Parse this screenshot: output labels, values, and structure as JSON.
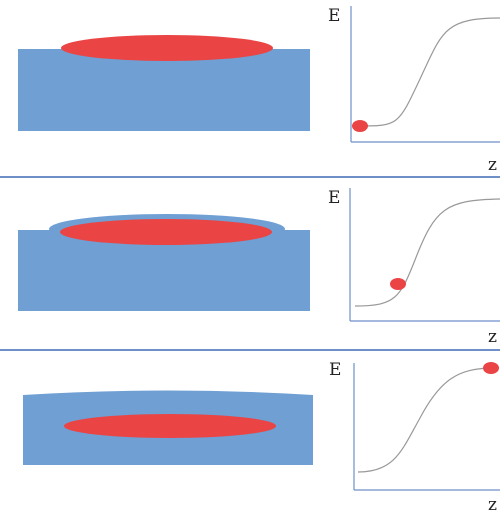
{
  "colors": {
    "background": "#ffffff",
    "substrate": "#6f9fd3",
    "film": "#ea4444",
    "divider": "#6f8fc9",
    "axis": "#6f8fc9",
    "curve": "#999999",
    "text": "#222222"
  },
  "panels": [
    {
      "graph": {
        "y_label": "E",
        "x_label": "z",
        "marker_position_on_curve": 0.0
      },
      "scene": {
        "cover_layer": "none"
      }
    },
    {
      "graph": {
        "y_label": "E",
        "x_label": "z",
        "marker_position_on_curve": 0.45
      },
      "scene": {
        "cover_layer": "partial"
      }
    },
    {
      "graph": {
        "y_label": "E",
        "x_label": "z",
        "marker_position_on_curve": 1.0
      },
      "scene": {
        "cover_layer": "full"
      }
    }
  ]
}
